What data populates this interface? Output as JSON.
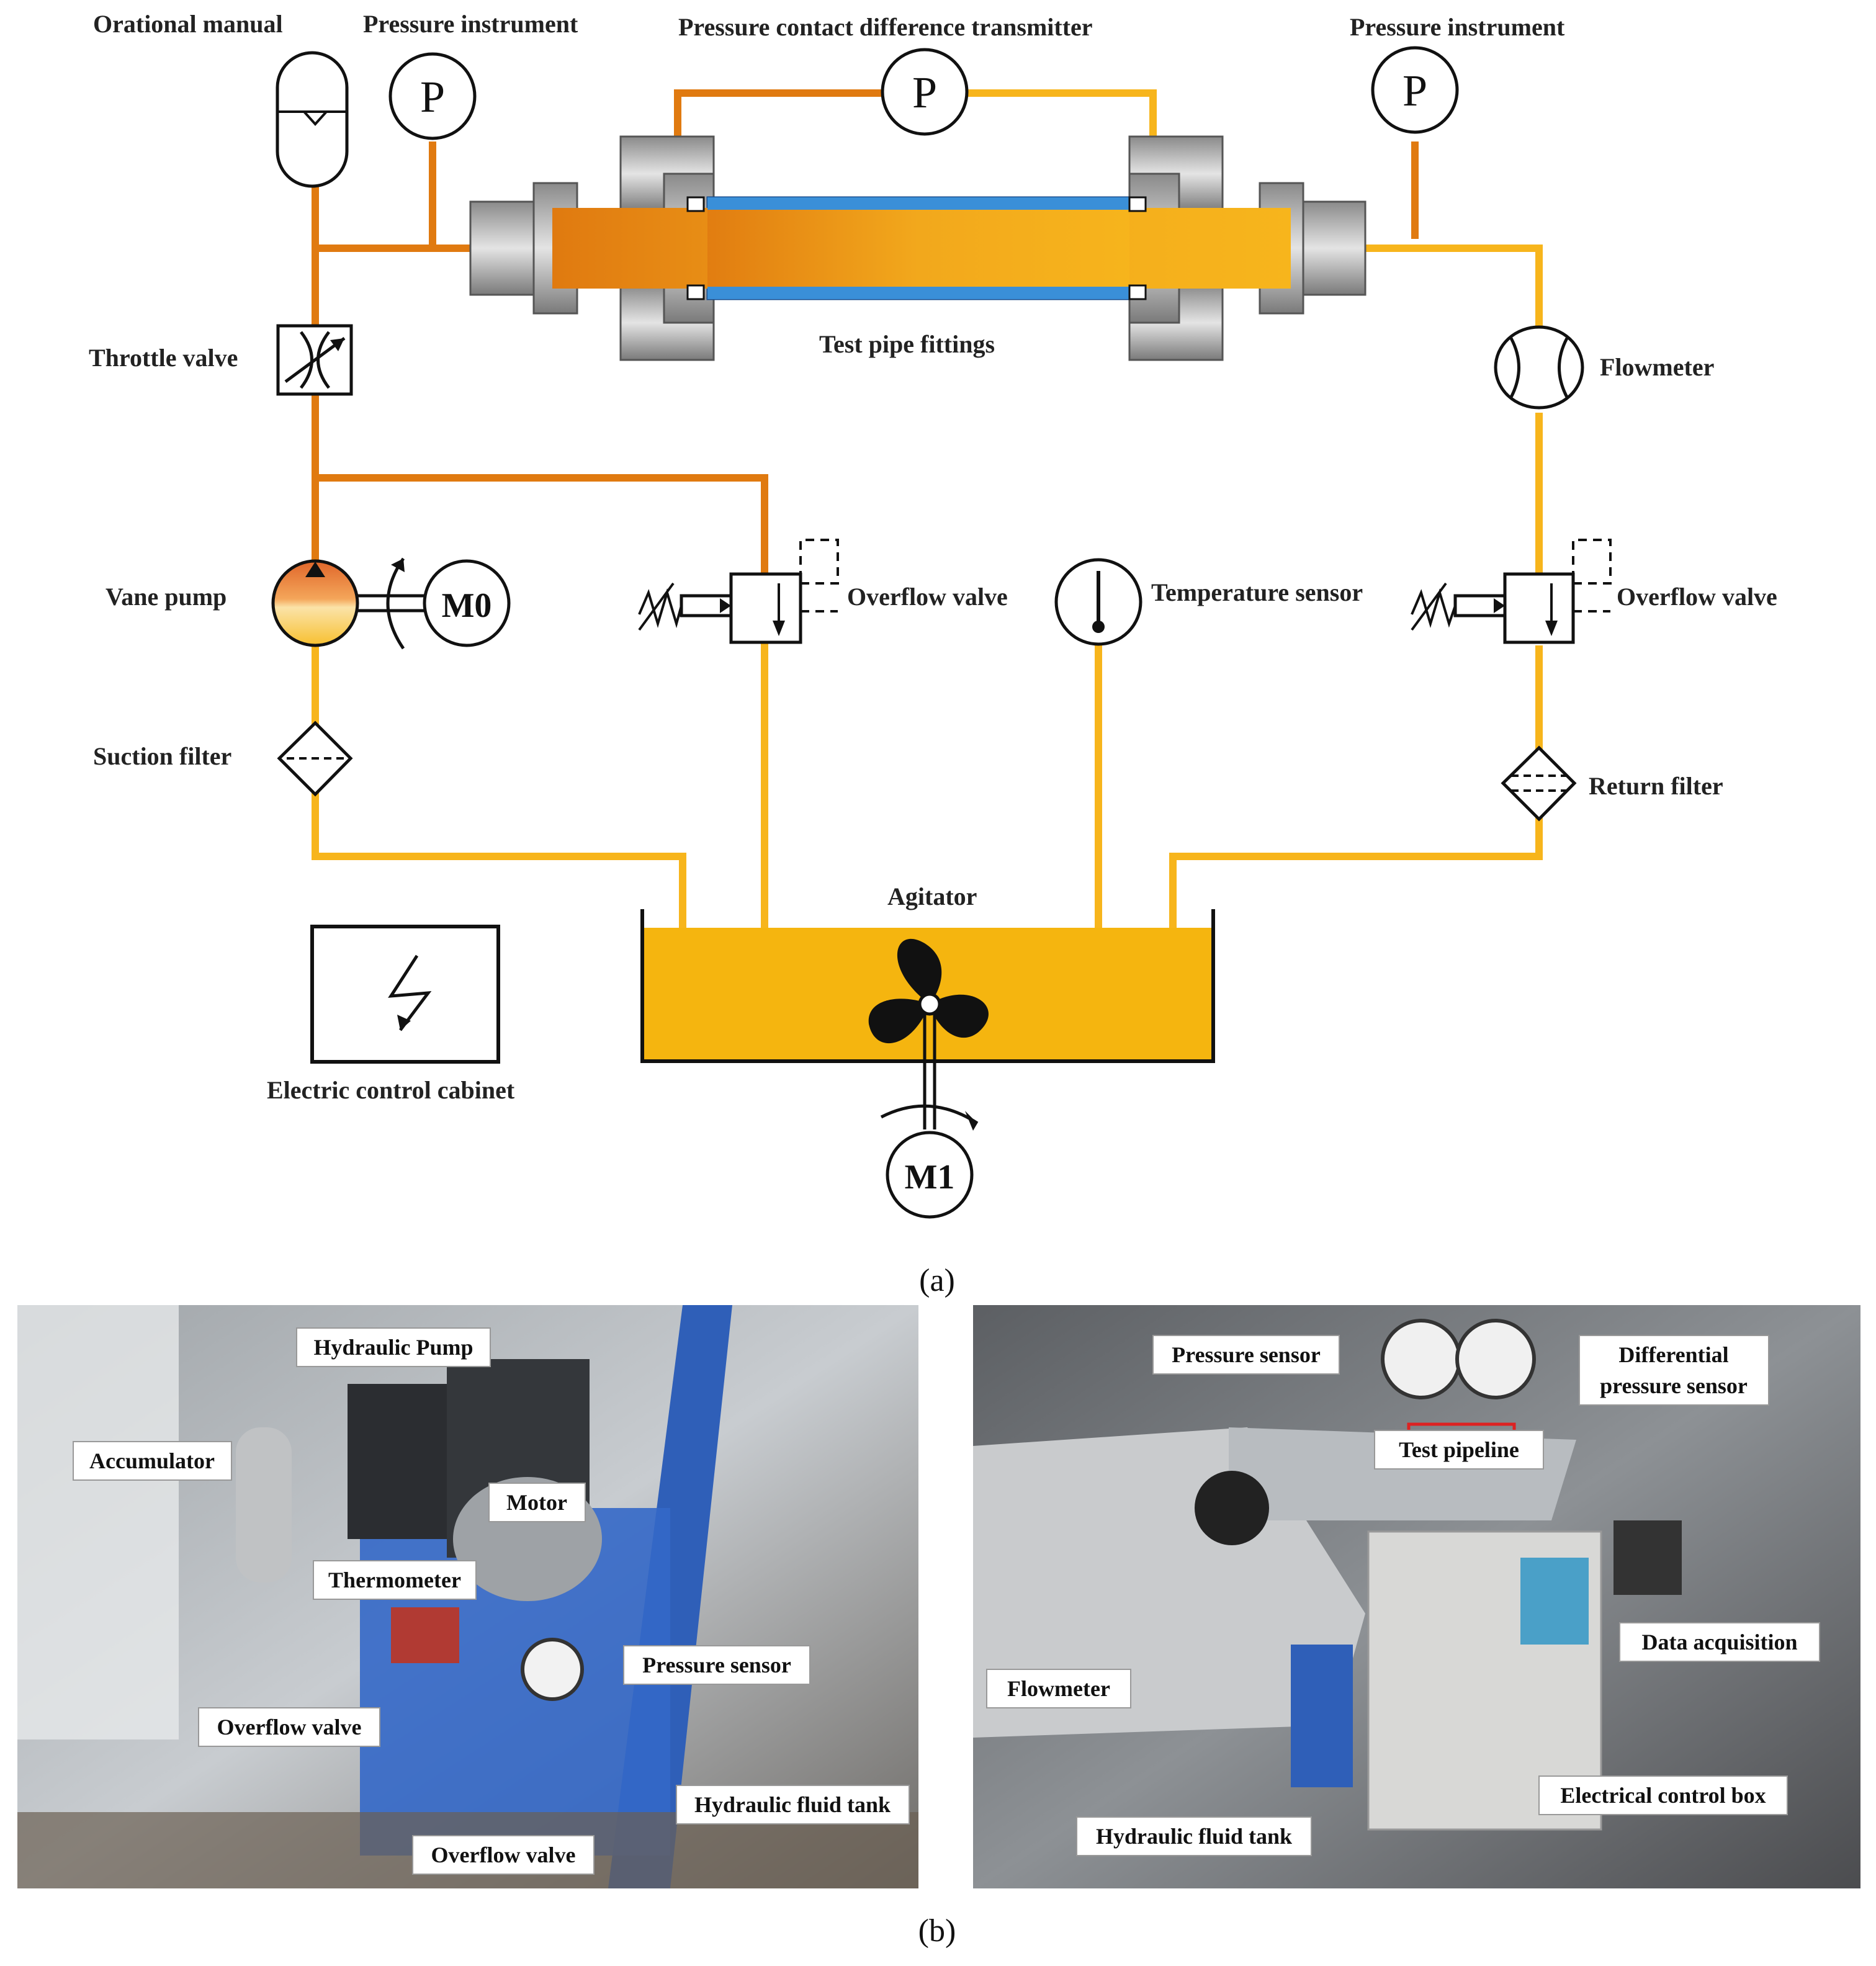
{
  "schematic": {
    "labels": {
      "orational_manual": "Orational manual",
      "pressure_instrument_left": "Pressure instrument",
      "pressure_contact_diff": "Pressure contact difference transmitter",
      "pressure_instrument_right": "Pressure instrument",
      "throttle_valve": "Throttle valve",
      "test_pipe_fittings": "Test pipe fittings",
      "flowmeter": "Flowmeter",
      "vane_pump": "Vane pump",
      "overflow_valve_mid": "Overflow valve",
      "temperature_sensor": "Temperature sensor",
      "overflow_valve_right": "Overflow valve",
      "suction_filter": "Suction filter",
      "return_filter": "Return filter",
      "agitator": "Agitator",
      "electric_control_cabinet": "Electric control cabinet"
    },
    "symbols": {
      "gauge_p": "P",
      "motor_m0": "M0",
      "motor_m1": "M1"
    },
    "colors": {
      "pipe_dark_orange": "#E07A10",
      "pipe_light_orange": "#F7B51C",
      "tank_fill": "#F5B50F",
      "tube_blue": "#3A8FD8"
    },
    "caption_a": "(a)"
  },
  "photos": {
    "left": {
      "labels": {
        "hydraulic_pump": "Hydraulic Pump",
        "accumulator": "Accumulator",
        "motor": "Motor",
        "thermometer": "Thermometer",
        "pressure_sensor": "Pressure sensor",
        "overflow_valve_1": "Overflow valve",
        "hydraulic_fluid_tank": "Hydraulic fluid tank",
        "overflow_valve_2": "Overflow valve"
      }
    },
    "right": {
      "labels": {
        "pressure_sensor": "Pressure sensor",
        "differential_pressure_sensor_1": "Differential",
        "differential_pressure_sensor_2": "pressure sensor",
        "test_pipeline": "Test pipeline",
        "data_acquisition": "Data acquisition",
        "flowmeter": "Flowmeter",
        "electrical_control_box": "Electrical control box",
        "hydraulic_fluid_tank": "Hydraulic fluid tank"
      }
    },
    "caption_b": "(b)"
  }
}
